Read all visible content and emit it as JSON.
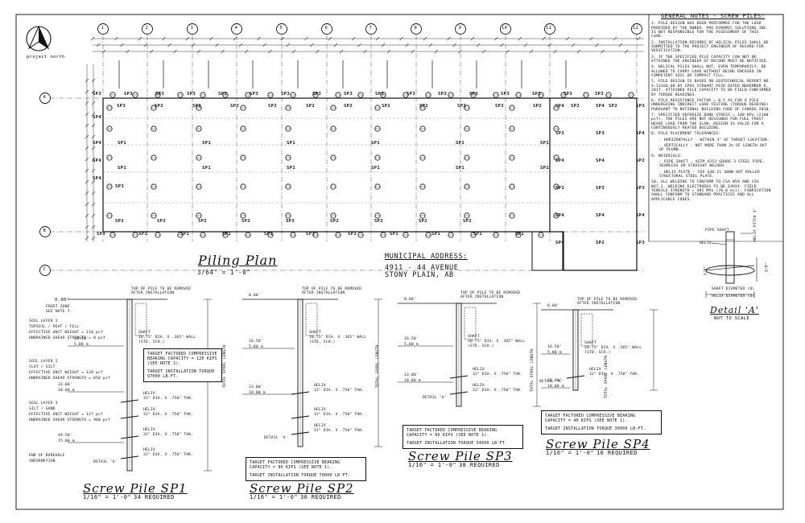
{
  "north": {
    "label": "project north"
  },
  "grid": {
    "columns": [
      "1",
      "2",
      "3",
      "4",
      "5",
      "6",
      "7",
      "8",
      "9",
      "10",
      "11",
      "12"
    ],
    "rows": [
      "A",
      "B",
      "C"
    ]
  },
  "plan": {
    "title": "Piling Plan",
    "scale": "3/64\" = 1'-0\"",
    "address_label": "MUNICIPAL ADDRESS:",
    "address_line1": "4911 - 44 AVENUE",
    "address_line2": "STONY PLAIN, AB",
    "row_a_tags": [
      "SP3",
      "SP3",
      "SP3",
      "SP3",
      "SP3",
      "SP3",
      "SP3",
      "SP3",
      "SP3",
      "SP3",
      "SP3",
      "SP3",
      "SP3",
      "SP3",
      "SP3",
      "SP3",
      "SP3"
    ],
    "row_b_tags": [
      "SP3",
      "SP1",
      "SP1",
      "SP1",
      "SP1",
      "SP1",
      "SP1",
      "SP1",
      "SP1",
      "SP1",
      "SP1"
    ],
    "row_2_tags": [
      "SP3",
      "SP2",
      "SP2",
      "SP2",
      "SP2",
      "SP2",
      "SP2",
      "SP2",
      "SP2",
      "SP2",
      "SP2",
      "SP2",
      "SP2",
      "SP2"
    ],
    "interior_tags": [
      "SP1",
      "SP1",
      "SP1",
      "SP1",
      "SP1",
      "SP1",
      "SP1",
      "SP1",
      "SP1",
      "SP1",
      "SP1",
      "SP1"
    ],
    "right_tags": [
      "SP4",
      "SP4",
      "SP3",
      "SP3",
      "SP3",
      "SP4",
      "SP4",
      "SP4",
      "SP2",
      "SP3",
      "SP3",
      "SP3",
      "SP4",
      "SP4",
      "SP4",
      "SP4",
      "SP2",
      "SP3"
    ]
  },
  "notes": {
    "heading": "GENERAL NOTES - SCREW PILES:",
    "items": [
      "1. PILE DESIGN HAS BEEN PERFORMED FOR THE LOAD PROVIDED BY THE OWNER. PRO DYNAMIC SOLUTIONS INC. IS NOT RESPONSIBLE FOR THE ASSESSMENT OF THIS LOAD.",
      "2. INSTALLATION RECORDS OF HELICAL PILES SHALL BE SUBMITTED TO THE PROJECT ENGINEER OF RECORD FOR VERIFICATION.",
      "3. IF THE SPECIFIED PILE CAPACITY CAN NOT BE ATTAINED THE ENGINEER OF RECORD MUST BE NOTIFIED.",
      "4. HELICAL PILES SHALL NOT, EVEN TEMPORARILY, BE ALLOWED TO CARRY LOAD WITHOUT BEING ENCASED IN COMPETENT SOIL OR COMPACT FILL.",
      "5. PILE DESIGN IS BASED ON GEOTECHNICAL REPORT NO. S-13160.00 BY CPVG STEWART PEIR DATED NOVEMBER 6, 2017. ATTAINED PILE CAPACITY TO BE FIELD-CONFIRMED BY TORQUE READINGS.",
      "6. PILE RESISTANCE FACTOR = 0.5 AS FOR A PILE UNDERGOING INDIRECT LOAD TESTING (TORQUE READING) PURSUANT TO NATIONAL BUILDING CODE OF CANADA 2010.",
      "7. SPECIFIED ADFREEZE BOND STRESS = 100 KPa (2100 psf). THE PILES ARE NOT DESIGNED FOR FULL FROST HEAVE LOAD FROM THE SLAB. DESIGN IS VALID FOR A CONTINUOUSLY HEATED BUILDING.",
      "8. PILE PLACEMENT TOLERANCES:",
      "- HORIZONTALLY - WITHIN 3\" OF TARGET LOCATION.",
      "- VERTICALLY - NOT MORE THAN 2% OF LENGTH OUT OF PLUMB.",
      "9. MATERIALS:",
      "- PIPE SHAFT - ASTM A252 GRADE 3 STEEL PIPE, SEAMLESS OR STRAIGHT WELDED",
      "- HELIX PLATE - CSA G40.21 300W HOT ROLLED STRUCTURAL STEEL PLATE.",
      "10. ALL WELDING TO CONFORM TO CSA W59 AND CSA W47.1. WELDING ELECTRODES TO BE E49XX. FIELD TENSILE STRENGTH = 485 MPa (70.0 ksi). FABRICATION SHALL CONFORM TO STANDARD PRACTICES AND ALL APPLICABLE CODES."
    ]
  },
  "detail_a": {
    "title": "Detail 'A'",
    "subtitle": "NOT TO SCALE",
    "pipe_shaft": "PIPE SHAFT",
    "helix": "HELIX",
    "shaft_diameter": "SHAFT DIAMETER (D)",
    "helix_diameter": "HELIX DIAMETER (D)",
    "helix_pitch": "HELIX PITCH 3\"",
    "dim1": "3/8\"",
    "dim2": "3/8\""
  },
  "soil": {
    "layers": [
      {
        "name": "SOIL LAYER 1",
        "type": "TOPSOIL / PEAT / FILL",
        "unit": "EFFECTIVE UNIT WEIGHT = 110 pcf",
        "shear": "UNDRAINED SHEAR STRENGTH = 0 psf"
      },
      {
        "name": "SOIL LAYER 2",
        "type": "CLAY / SILT",
        "unit": "EFFECTIVE UNIT WEIGHT = 120 pcf",
        "shear": "UNDRAINED SHEAR STRENGTH = 650 psf"
      },
      {
        "name": "SOIL LAYER 3",
        "type": "SILT / SAND",
        "unit": "EFFECTIVE UNIT WEIGHT = 127 pcf",
        "shear": "UNDRAINED SHEAR STRENGTH = 900 psf"
      }
    ],
    "end1": "END OF BOREHOLE",
    "end2": "INFORMATION",
    "frost": "FROST ZONE",
    "frost_note": "SEE NOTE 7.",
    "elev_top": "0.00'"
  },
  "piles": [
    {
      "id": "sp1",
      "title": "Screw Pile SP1",
      "scale": "1/16\" = 1'-0\"",
      "required": "34 REQUIRED",
      "top_note": "TOP OF PILE TO BE REMOVED AFTER INSTALLATION",
      "shaft": "SHAFT",
      "shaft_spec": "10.75\" DIA. X .365\" WALL",
      "shaft_sch": "(STD. SCH.)",
      "bearing": "TARGET FACTORED COMPRESSIVE BEARING CAPACITY = 120 KIPS (SEE NOTE 1).",
      "torque": "TARGET INSTALLATION TORQUE 97000 LB-FT.",
      "helix": "HELIX",
      "helix_spec": "32\" DIA. X .750\" THK.",
      "detail": "DETAIL 'A'",
      "elevs": [
        [
          "16.50'",
          "5.00 m"
        ],
        [
          "33.00'",
          "10.00 m"
        ],
        [
          "49.50'",
          "15.00 m"
        ]
      ],
      "length": "TOTAL SPOOL LENGTH"
    },
    {
      "id": "sp2",
      "title": "Screw Pile SP2",
      "scale": "1/16\" = 1'-0\"",
      "required": "30 REQUIRED",
      "top_note": "TOP OF PILE TO BE REMOVED AFTER INSTALLATION",
      "shaft": "SHAFT",
      "shaft_spec": "10.75\" DIA. X .365\" WALL",
      "shaft_sch": "(STD. SCH.)",
      "bearing": "TARGET FACTORED COMPRESSIVE BEARING CAPACITY = 86 KIPS (SEE NOTE 1).",
      "torque": "TARGET INSTALLATION TORQUE 78000 LB-FT.",
      "helix": "HELIX",
      "helix_spec": "32\" DIA. X .750\" THK.",
      "detail": "DETAIL 'A'",
      "elevs": [
        [
          "0.00'",
          ""
        ],
        [
          "16.50'",
          "5.00 m"
        ],
        [
          "33.00'",
          "10.00 m"
        ]
      ],
      "length": "TOTAL SPOOL LENGTH"
    },
    {
      "id": "sp3",
      "title": "Screw Pile SP3",
      "scale": "1/16\" = 1'-0\"",
      "required": "38 REQUIRED",
      "top_note": "TOP OF PILE TO BE REMOVED AFTER INSTALLATION",
      "shaft": "SHAFT",
      "shaft_spec": "10.75\" DIA. X .365\" WALL",
      "shaft_sch": "(STD. SCH.)",
      "bearing": "TARGET FACTORED COMPRESSIVE BEARING CAPACITY = 66 KIPS (SEE NOTE 1).",
      "torque": "TARGET INSTALLATION TORQUE 54600 LB-FT.",
      "helix": "HELIX",
      "helix_spec": "32\" DIA. X .750\" THK.",
      "detail": "DETAIL 'A'",
      "elevs": [
        [
          "0.00'",
          ""
        ],
        [
          "16.50'",
          "5.00 m"
        ],
        [
          "33.00'",
          "10.00 m"
        ]
      ],
      "length": "TOTAL SPOOL LENGTH"
    },
    {
      "id": "sp4",
      "title": "Screw Pile SP4",
      "scale": "1/16\" = 1'-0\"",
      "required": "16 REQUIRED",
      "top_note": "TOP OF PILE TO BE REMOVED AFTER INSTALLATION",
      "shaft": "SHAFT",
      "shaft_spec": "10.75\" DIA. X .365\" WALL",
      "shaft_sch": "(STD. SCH.)",
      "bearing": "TARGET FACTORED COMPRESSIVE BEARING CAPACITY = 40 KIPS (SEE NOTE 1).",
      "torque": "TARGET INSTALLATION TORQUE 30000 LB-FT.",
      "helix": "HELIX",
      "helix_spec": "32\" DIA. X .750\" THK.",
      "detail": "DETAIL 'A'",
      "elevs": [
        [
          "0.00'",
          ""
        ],
        [
          "16.50'",
          "5.00 m"
        ],
        [
          "33.00'",
          "10.00 m"
        ]
      ],
      "length": "TOTAL SPOOL LENGTH"
    }
  ]
}
